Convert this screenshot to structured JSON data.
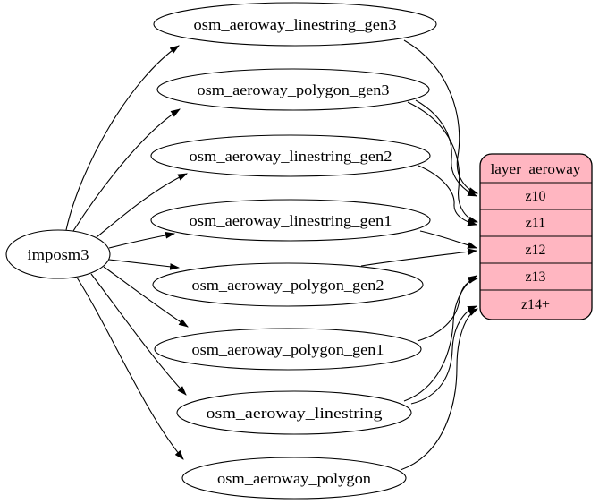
{
  "diagram": {
    "type": "etl-dependency-graph",
    "background": "#ffffff",
    "line_color": "#000000",
    "text_color": "#000000",
    "source_node": {
      "label": "imposm3",
      "fill": "#ffffff"
    },
    "table_nodes": [
      {
        "label": "osm_aeroway_linestring_gen3"
      },
      {
        "label": "osm_aeroway_polygon_gen3"
      },
      {
        "label": "osm_aeroway_linestring_gen2"
      },
      {
        "label": "osm_aeroway_linestring_gen1"
      },
      {
        "label": "osm_aeroway_polygon_gen2"
      },
      {
        "label": "osm_aeroway_polygon_gen1"
      },
      {
        "label": "osm_aeroway_linestring"
      },
      {
        "label": "osm_aeroway_polygon"
      }
    ],
    "layer_node": {
      "title": "layer_aeroway",
      "fill": "#ffb6c1",
      "rows": [
        {
          "label": "z10"
        },
        {
          "label": "z11"
        },
        {
          "label": "z12"
        },
        {
          "label": "z13"
        },
        {
          "label": "z14+"
        }
      ]
    },
    "edges": [
      {
        "from": "imposm3",
        "to": "osm_aeroway_linestring_gen3"
      },
      {
        "from": "imposm3",
        "to": "osm_aeroway_polygon_gen3"
      },
      {
        "from": "imposm3",
        "to": "osm_aeroway_linestring_gen2"
      },
      {
        "from": "imposm3",
        "to": "osm_aeroway_linestring_gen1"
      },
      {
        "from": "imposm3",
        "to": "osm_aeroway_polygon_gen2"
      },
      {
        "from": "imposm3",
        "to": "osm_aeroway_polygon_gen1"
      },
      {
        "from": "imposm3",
        "to": "osm_aeroway_linestring"
      },
      {
        "from": "imposm3",
        "to": "osm_aeroway_polygon"
      },
      {
        "from": "osm_aeroway_linestring_gen3",
        "to": "layer_aeroway:z10"
      },
      {
        "from": "osm_aeroway_polygon_gen3",
        "to": "layer_aeroway:z10"
      },
      {
        "from": "osm_aeroway_polygon_gen3",
        "to": "layer_aeroway:z11"
      },
      {
        "from": "osm_aeroway_linestring_gen2",
        "to": "layer_aeroway:z11"
      },
      {
        "from": "osm_aeroway_linestring_gen1",
        "to": "layer_aeroway:z12"
      },
      {
        "from": "osm_aeroway_polygon_gen2",
        "to": "layer_aeroway:z12"
      },
      {
        "from": "osm_aeroway_polygon_gen1",
        "to": "layer_aeroway:z13"
      },
      {
        "from": "osm_aeroway_linestring",
        "to": "layer_aeroway:z13"
      },
      {
        "from": "osm_aeroway_linestring",
        "to": "layer_aeroway:z14+"
      },
      {
        "from": "osm_aeroway_polygon",
        "to": "layer_aeroway:z14+"
      }
    ]
  }
}
